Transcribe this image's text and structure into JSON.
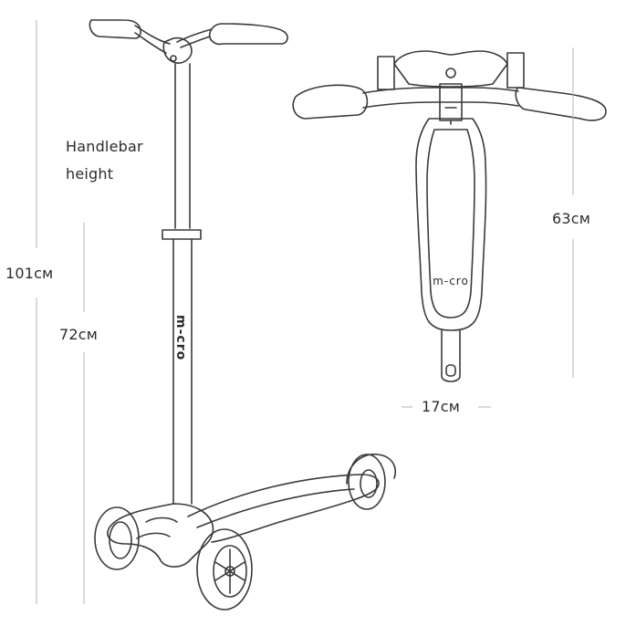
{
  "labels": {
    "handlebar_line1": "Handlebar",
    "handlebar_line2": "height",
    "total_height": "101см",
    "deck_height": "72см",
    "deck_length": "63см",
    "deck_width": "17см"
  },
  "logo": {
    "text": "m-cro"
  },
  "colors": {
    "line": "#3a3a3a",
    "dim": "#b5b5b5",
    "background": "#ffffff"
  }
}
